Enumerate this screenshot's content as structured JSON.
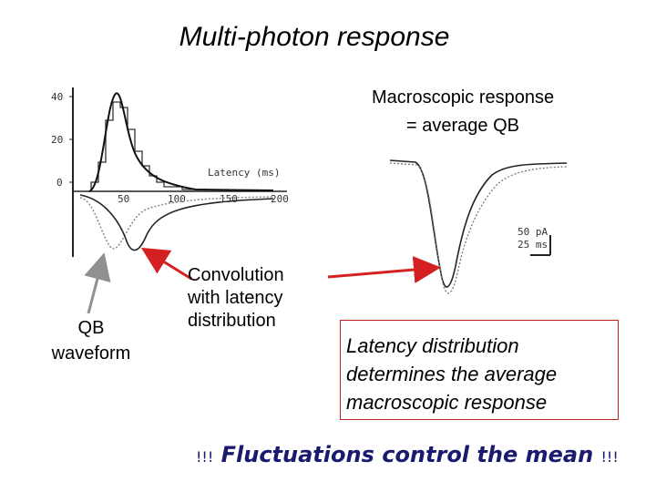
{
  "title": "Multi-photon response",
  "macroscopic": {
    "line1": "Macroscopic response",
    "line2": "= average QB"
  },
  "qb_label": {
    "line1": "QB",
    "line2": "waveform"
  },
  "convolution_label": {
    "line1": "Convolution",
    "line2": "with latency",
    "line3": "distribution"
  },
  "latency_box": {
    "line1": "Latency distribution",
    "line2": "determines the average",
    "line3": "macroscopic response"
  },
  "bottom_text": {
    "prefix": "!!!",
    "text": "Fluctuations control the mean",
    "suffix": "!!!"
  },
  "left_plot": {
    "y_ticks": [
      "40",
      "20",
      "0"
    ],
    "x_ticks": [
      "50",
      "100",
      "150",
      "200"
    ],
    "x_label": "Latency (ms)"
  },
  "right_plot": {
    "scale_current": "50 pA",
    "scale_time": "25 ms"
  },
  "colors": {
    "arrow_red": "#d42020",
    "arrow_gray": "#909090",
    "box_border": "#c02020",
    "bottom_text": "#1a1a6e"
  }
}
